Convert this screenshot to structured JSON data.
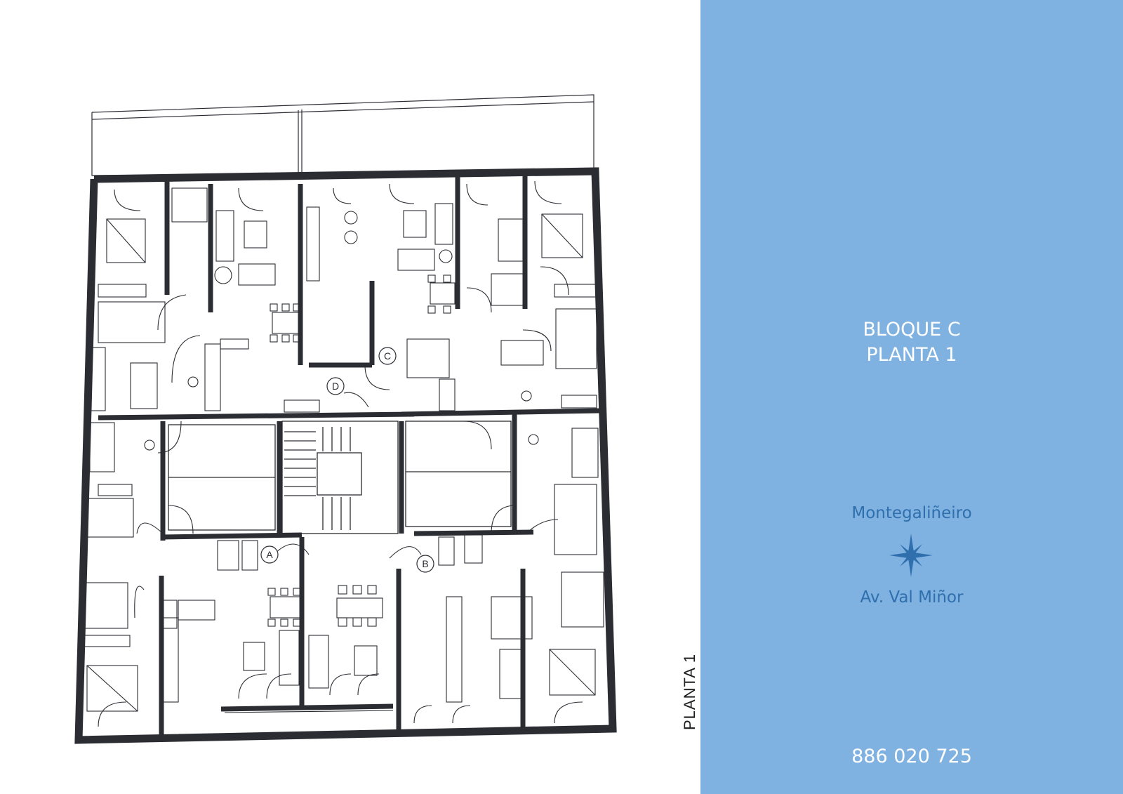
{
  "block": {
    "line1": "BLOQUE C",
    "line2": "PLANTA 1"
  },
  "side_label": "PLANTA 1",
  "location": {
    "development": "Montegaliñeiro",
    "street": "Av. Val Miñor"
  },
  "phone": "886 020 725",
  "units": {
    "a": "A",
    "b": "B",
    "c": "C",
    "d": "D"
  },
  "compass_icon": "compass-rose-icon",
  "colors": {
    "panel": "#7fb2e0",
    "accent": "#2f6fae",
    "wall": "#2b2d33"
  }
}
